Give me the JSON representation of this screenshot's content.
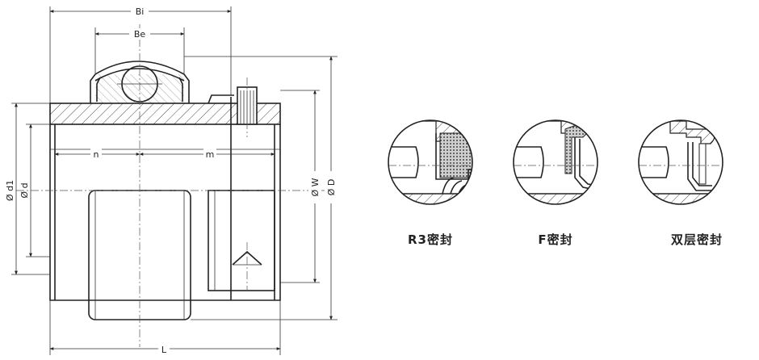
{
  "labels": {
    "Bi": "Bi",
    "Be": "Be",
    "n": "n",
    "m": "m",
    "L": "L",
    "d1": "Ø d1",
    "d": "Ø d",
    "W": "Ø W",
    "D": "Ø D"
  },
  "seals": [
    {
      "name": "R3密封"
    },
    {
      "name": "F密封"
    },
    {
      "name": "双层密封"
    }
  ],
  "colors": {
    "line": "#222222",
    "seal_fill": "#dcdcdc"
  }
}
